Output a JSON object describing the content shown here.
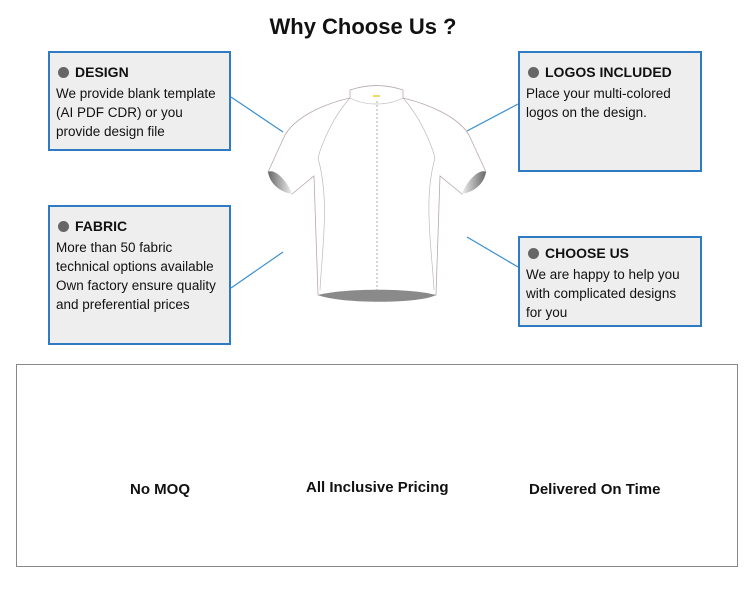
{
  "title": "Why Choose Us ?",
  "boxes": {
    "design": {
      "heading": "DESIGN",
      "lines": [
        "We provide blank template",
        "(AI PDF CDR) or you",
        "provide design file"
      ]
    },
    "logos": {
      "heading": "LOGOS INCLUDED",
      "lines": [
        "Place your multi-colored",
        "logos on the design."
      ]
    },
    "fabric": {
      "heading": "FABRIC",
      "lines": [
        "More than 50 fabric",
        "technical options available",
        "Own factory ensure quality",
        "and preferential prices"
      ]
    },
    "choose": {
      "heading": "CHOOSE US",
      "lines": [
        "We are happy to help you",
        "with complicated designs",
        "for you"
      ]
    }
  },
  "features": [
    "No MOQ",
    "All Inclusive Pricing",
    "Delivered On Time"
  ],
  "colors": {
    "accent": "#2e7bc4",
    "box_bg": "#eeeeee"
  }
}
